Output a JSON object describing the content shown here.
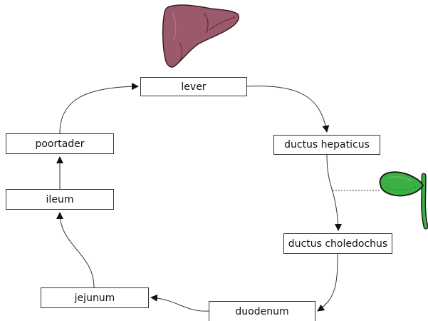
{
  "diagram": {
    "nodes": {
      "lever": "lever",
      "ductus_hepaticus": "ductus hepaticus",
      "ductus_choledochus": "ductus choledochus",
      "duodenum": "duodenum",
      "jejunum": "jejunum",
      "ileum": "ileum",
      "poortader": "poortader"
    },
    "edges": [
      {
        "from": "lever",
        "to": "ductus_hepaticus"
      },
      {
        "from": "ductus_hepaticus",
        "to": "ductus_choledochus"
      },
      {
        "from": "ductus_choledochus",
        "to": "duodenum"
      },
      {
        "from": "duodenum",
        "to": "jejunum"
      },
      {
        "from": "jejunum",
        "to": "ileum"
      },
      {
        "from": "ileum",
        "to": "poortader"
      },
      {
        "from": "poortader",
        "to": "lever"
      }
    ],
    "illustrations": [
      "liver-icon",
      "gallbladder-icon"
    ],
    "colors": {
      "liver_fill": "#9b5a6b",
      "liver_dark": "#7a3a4c",
      "gallbladder_fill": "#3cb043",
      "gallbladder_dark": "#1e7a26",
      "line": "#333333"
    }
  }
}
